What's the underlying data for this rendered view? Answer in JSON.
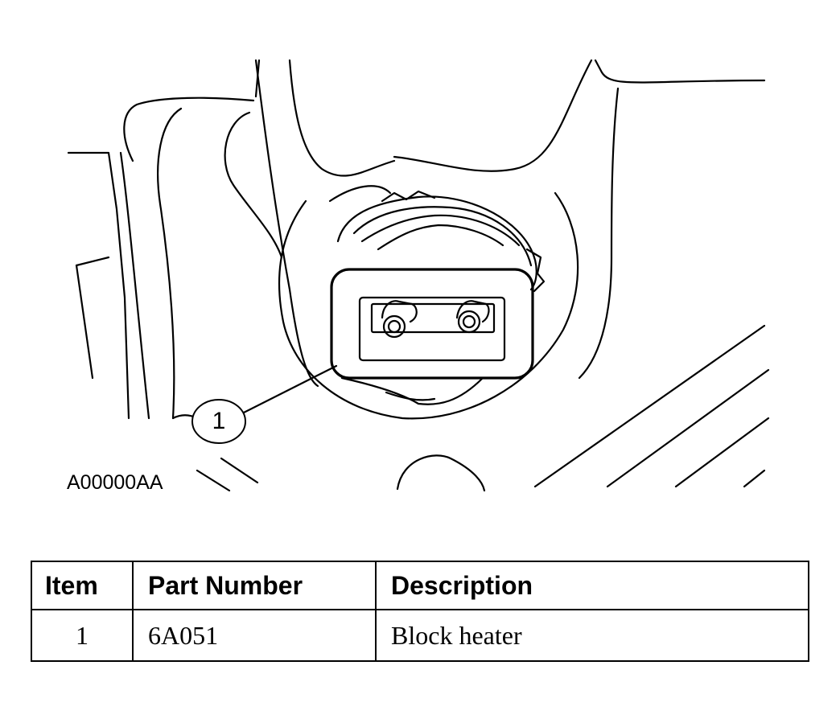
{
  "figure": {
    "code": "A00000AA",
    "callout": "1"
  },
  "table": {
    "headers": {
      "item": "Item",
      "part_number": "Part Number",
      "description": "Description"
    },
    "rows": [
      {
        "item": "1",
        "part_number": "6A051",
        "description": "Block heater"
      }
    ]
  }
}
